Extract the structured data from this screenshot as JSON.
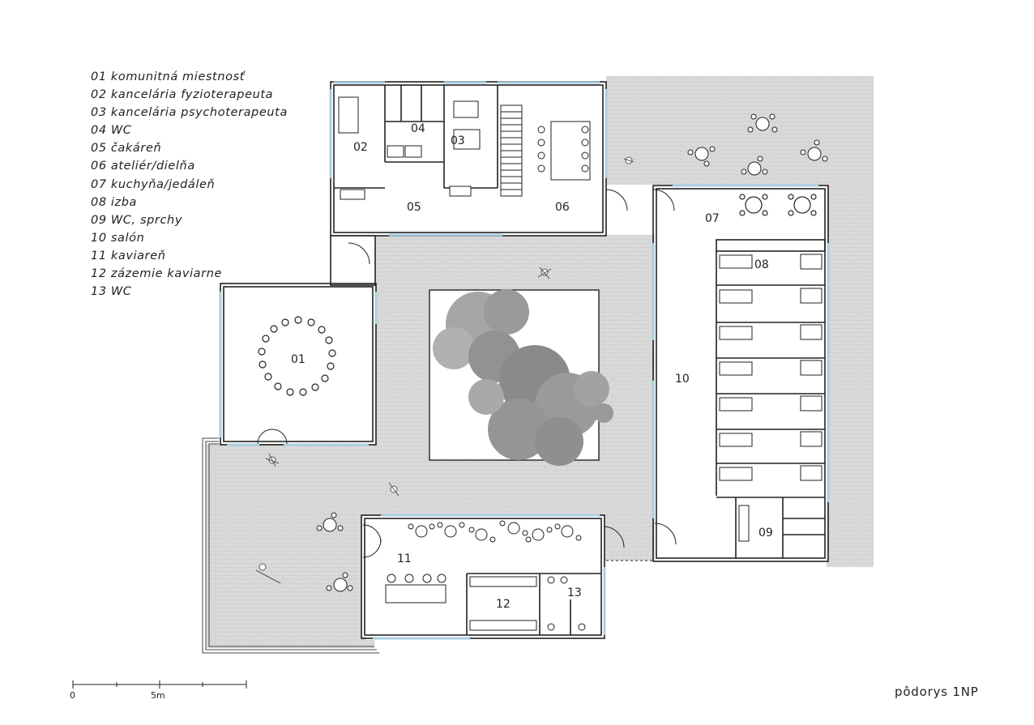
{
  "legend": [
    "01 komunitná miestnosť",
    "02  kancelária fyzioterapeuta",
    "03 kancelária psychoterapeuta",
    "04 WC",
    "05 čakáreň",
    "06 ateliér/dielňa",
    "07 kuchyňa/jedáleň",
    "08 izba",
    "09 WC, sprchy",
    "10 salón",
    "11 kaviareň",
    "12 zázemie kaviarne",
    "13 WC"
  ],
  "rooms": {
    "r01": "01",
    "r02": "02",
    "r03": "03",
    "r04": "04",
    "r05": "05",
    "r06": "06",
    "r07": "07",
    "r08": "08",
    "r09": "09",
    "r10": "10",
    "r11": "11",
    "r12": "12",
    "r13": "13"
  },
  "scale_bar": {
    "start": "0",
    "mid": "5m"
  },
  "sheet_title": "pôdorys 1NP",
  "colors": {
    "paving": "#d9d9d9",
    "wall": "#222222",
    "glazing": "#a9cfe0",
    "tree": "#8a8a8a"
  }
}
